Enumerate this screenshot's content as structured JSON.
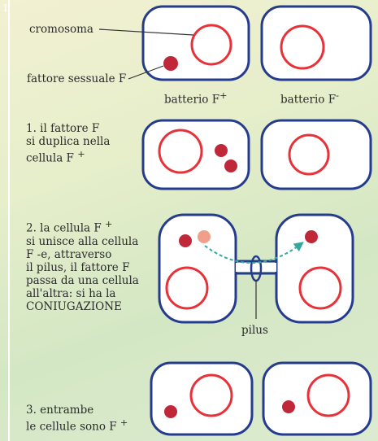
{
  "page_marker": "1",
  "labels": {
    "cromosoma": "cromosoma",
    "fattore": "fattore sessuale F",
    "batterio_left": "batterio F",
    "batterio_left_sup": "+",
    "batterio_right": "batterio F",
    "batterio_right_sup": "-"
  },
  "steps": [
    {
      "lines": [
        "1. il fattore F",
        "si duplica nella",
        "cellula F"
      ],
      "sup": "+"
    },
    {
      "lines": [
        "2. la cellula F",
        "si unisce alla cellula",
        "F -e, attraverso",
        "il pilus, il fattore F",
        "passa da una cellula",
        "all'altra: si ha la",
        "CONIUGAZIONE"
      ],
      "sup": "+"
    },
    {
      "lines": [
        "3. entrambe",
        "le cellule sono F"
      ],
      "sup": "+"
    }
  ],
  "pilus_label": "pilus",
  "colors": {
    "cell_outline": "#253c8e",
    "cell_fill": "#ffffff",
    "chromosome": "#e8323a",
    "plasmid": "#c0283a",
    "plasmid_light": "#f0a08a",
    "arrow": "#33a8a0",
    "background": "#e2ecc9"
  }
}
